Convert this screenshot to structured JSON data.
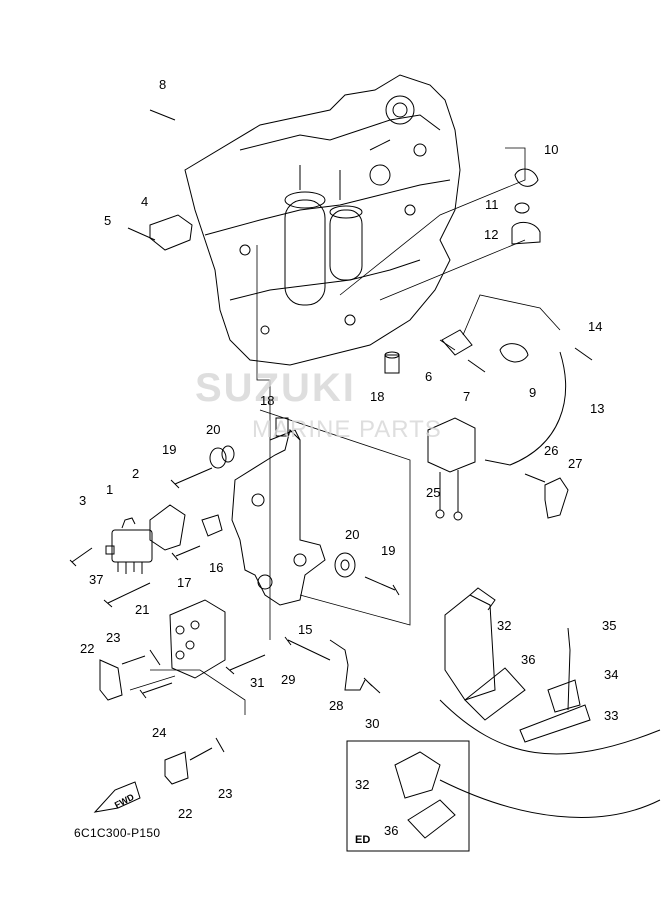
{
  "watermark": {
    "brand": "SUZUKI",
    "subtitle": "MARINE PARTS"
  },
  "reference_code": "6C1C300-P150",
  "inset_label": "ED",
  "fwd_label": "FWD",
  "callouts": [
    "1",
    "2",
    "3",
    "4",
    "5",
    "6",
    "7",
    "8",
    "9",
    "10",
    "11",
    "12",
    "13",
    "14",
    "15",
    "16",
    "17",
    "18",
    "18",
    "19",
    "19",
    "20",
    "20",
    "21",
    "22",
    "22",
    "23",
    "23",
    "24",
    "25",
    "26",
    "27",
    "28",
    "29",
    "30",
    "31",
    "32",
    "32",
    "33",
    "34",
    "35",
    "36",
    "36",
    "37"
  ]
}
